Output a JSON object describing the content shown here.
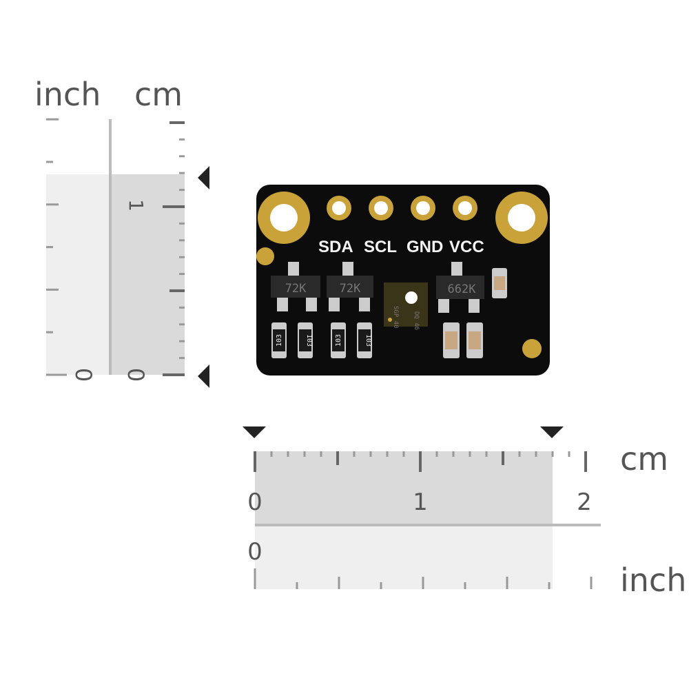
{
  "vertical_ruler": {
    "inch_label": "inch",
    "cm_label": "cm",
    "inch_zero": "0",
    "cm_zero": "0",
    "cm_one": "1"
  },
  "horizontal_ruler": {
    "cm_label": "cm",
    "cm_zero": "0",
    "cm_one": "1",
    "cm_two": "2",
    "inch_zero": "0",
    "inch_label": "inch"
  },
  "board": {
    "pins": [
      "SDA",
      "SCL",
      "GND",
      "VCC"
    ],
    "transistors": [
      "72K",
      "72K",
      "662K"
    ],
    "resistors": [
      "103",
      "103",
      "103",
      "103"
    ],
    "sensor_mark": "SGP 40",
    "sensor_code": "DQ 46"
  },
  "colors": {
    "pcb": "#0c0c0c",
    "gold": "#c9a23a",
    "ruler_shade": "#e8e8e8",
    "ruler_dark": "#dadada",
    "tick": "#666666"
  }
}
